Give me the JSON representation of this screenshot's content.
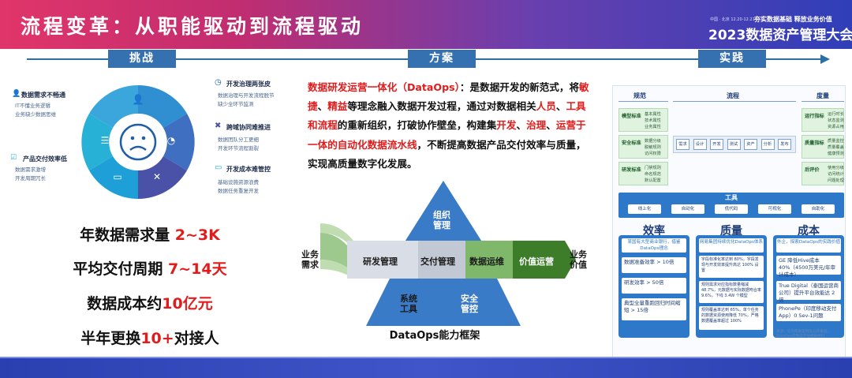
{
  "header": {
    "title": "流程变革：从职能驱动到流程驱动",
    "conference_meta": "中国 · 北京   12.20-12.21",
    "conference_sub": "夯实数据基础 释放业务价值",
    "conference_title": "2023数据资产管理大会"
  },
  "phases": [
    "挑战",
    "方案",
    "实践"
  ],
  "challenges": {
    "left_items": [
      {
        "title": "数据需求不畅通",
        "subs": [
          "IT不懂业务逻辑",
          "业务缺少数据思维"
        ]
      },
      {
        "title": "产品交付效率低",
        "subs": [
          "数据需求激增",
          "开发周期冗长"
        ]
      }
    ],
    "right_items": [
      {
        "title": "开发治理两张皮",
        "subs": [
          "数据治理与开发流程脱节",
          "缺少全环节监测"
        ]
      },
      {
        "title": "跨域协同难推进",
        "subs": [
          "数据团队分工更细",
          "开发环节流程割裂"
        ]
      },
      {
        "title": "开发成本难管控",
        "subs": [
          "基础设施资源浪费",
          "数据任务重复开发"
        ]
      }
    ]
  },
  "stats": [
    {
      "prefix": "年数据需求量 ",
      "value": "2~3K"
    },
    {
      "prefix": "平均交付周期 ",
      "value": "7~14天"
    },
    {
      "prefix": "数据成本约",
      "value": "10亿元"
    },
    {
      "prefix": "半年更换",
      "value": "10+",
      "suffix": "对接人"
    }
  ],
  "solution": {
    "intro": [
      {
        "t": "数据研发运营一体化（DataOps）",
        "red": true
      },
      {
        "t": "：是数据开发的新范式，将",
        "red": false
      },
      {
        "t": "敏捷",
        "red": true
      },
      {
        "t": "、",
        "red": false
      },
      {
        "t": "精益",
        "red": true
      },
      {
        "t": "等理念融入数据开发过程，通过对数据相关",
        "red": false
      },
      {
        "t": "人员",
        "red": true
      },
      {
        "t": "、",
        "red": false
      },
      {
        "t": "工具和流程",
        "red": true
      },
      {
        "t": "的重新组织，打破协作壁垒，构建集",
        "red": false
      },
      {
        "t": "开发",
        "red": true
      },
      {
        "t": "、",
        "red": false
      },
      {
        "t": "治理",
        "red": true
      },
      {
        "t": "、",
        "red": false
      },
      {
        "t": "运营于一体的自动化数据流水线",
        "red": true
      },
      {
        "t": "，不断提高数据产品交付效率与质量，实现高质量数字化发展。",
        "red": false
      }
    ],
    "framework": {
      "left_label": "业务需求",
      "right_label": "业务价值",
      "top": "组织管理",
      "bottom_left": "系统工具",
      "bottom_right": "安全管控",
      "stages": [
        "研发管理",
        "交付管理",
        "数据运维",
        "价值运营"
      ],
      "caption": "DataOps能力框架"
    }
  },
  "practice": {
    "columns": [
      "规范",
      "流程",
      "度量"
    ],
    "norms": [
      {
        "k": "模型标准",
        "vs": [
          "基本属性",
          "技术属性",
          "业务属性"
        ]
      },
      {
        "k": "安全标准",
        "vs": [
          "数据分级",
          "脱敏规则",
          "访问权限"
        ]
      },
      {
        "k": "研发标准",
        "vs": [
          "门禁规则",
          "命名规范",
          "默认配置"
        ]
      }
    ],
    "flow_steps": [
      "需求",
      "设计",
      "开发",
      "测试",
      "资产",
      "分析",
      "发布"
    ],
    "metrics_boxes": [
      {
        "k": "运行指标",
        "vs": [
          "运行时长",
          "状态监测",
          "资源占用"
        ]
      },
      {
        "k": "质量指标",
        "vs": [
          "质量监控",
          "质量覆盖",
          "健康预测"
        ]
      },
      {
        "k": "后评价",
        "vs": [
          "使用分级",
          "访问统计",
          "问题处理"
        ]
      }
    ],
    "tools_title": "工具",
    "tools": [
      "线上化",
      "自动化",
      "低代码",
      "可视化",
      "自助化"
    ],
    "cards": [
      {
        "title": "效率",
        "head": "某国有大型商业银行，借鉴DataOps理念",
        "items": [
          "数据准备效率 > 10倍",
          "研发效率 > 50倍",
          "典型全量重跑回归时间缩短 > 15倍"
        ],
        "foot": ""
      },
      {
        "title": "质量",
        "head": "网易集团持续优化DataOps体系",
        "items": [
          "字段标准化率达到 80%，字段发现与开发效率提升高达 100% 设置",
          "规则需求对应指标数量缩减 48.7%，元数据与实际数据吻合率 9.6%，下线 3.4W 个模型",
          "规则覆盖率达到 65%，单个任务的数据资源使用降低 70%，严格数据覆盖率超过 100%"
        ],
        "foot": ""
      },
      {
        "title": "成本",
        "head": "外企，探索DataOps的实践价值",
        "items": [
          "GE 降低Hive成本 40%（4500万美元/年审计成本）",
          "True Digital（泰国运营商公司）提升平台效能达 2倍",
          "PhonePe（印度移动支付App）0 Sev-1问题"
        ],
        "foot": "来源：华为帮助案例及公开报道，DataOps成熟度评估相关材料"
      }
    ]
  }
}
